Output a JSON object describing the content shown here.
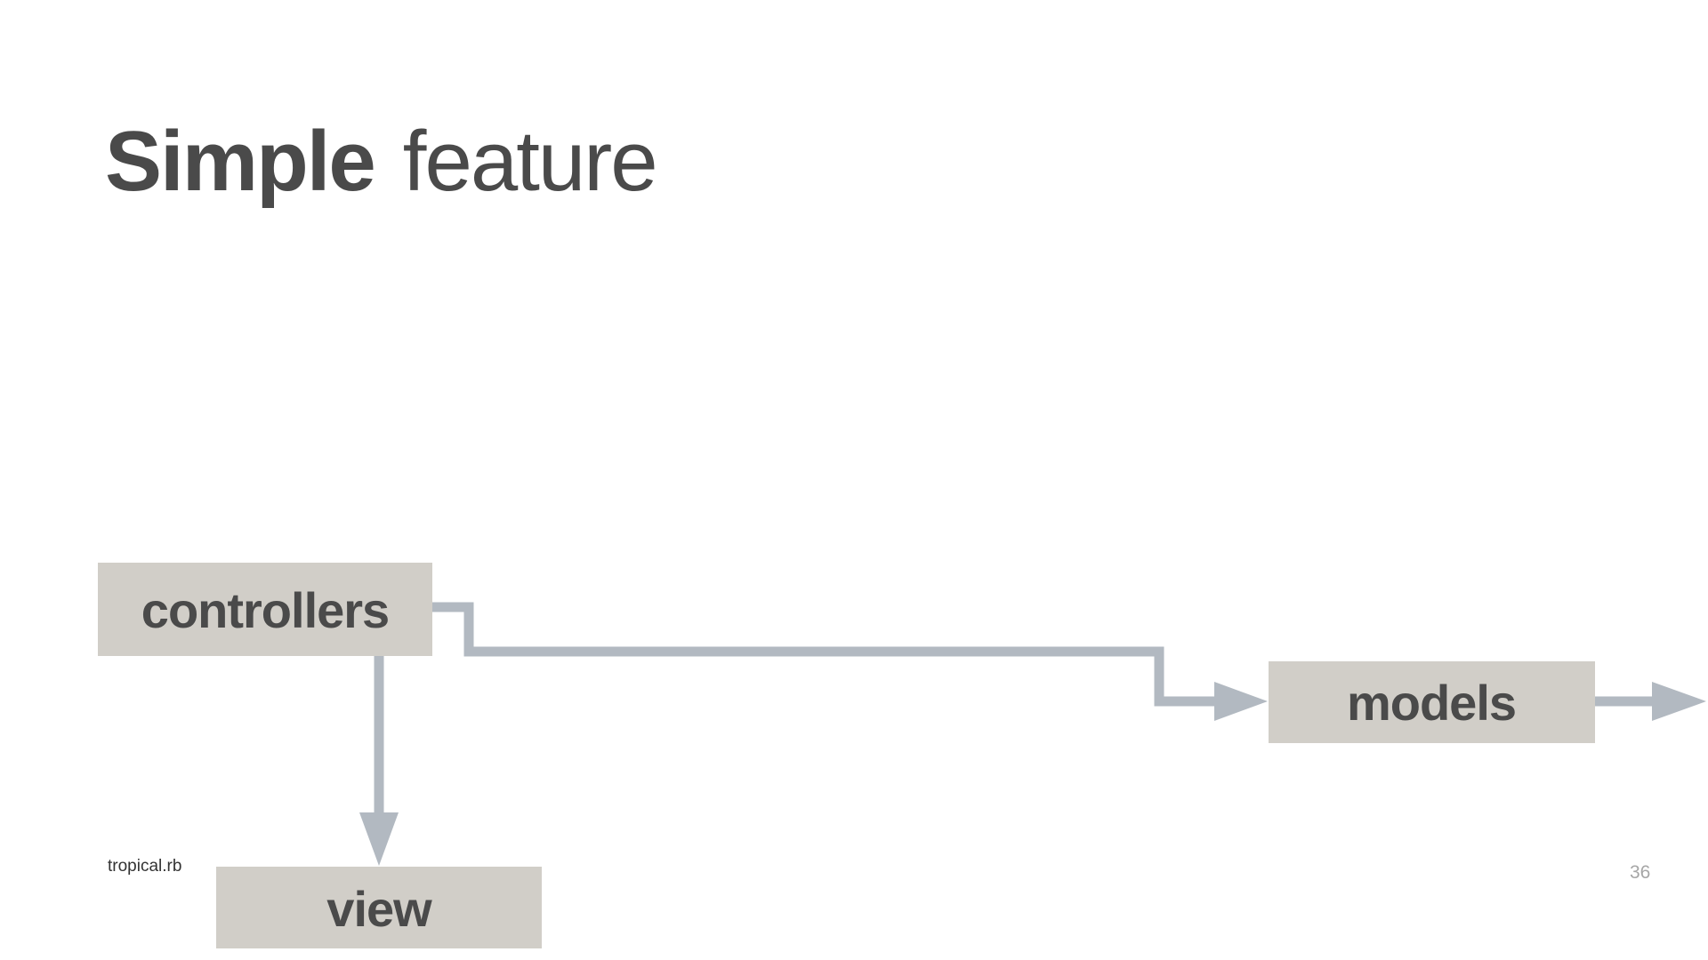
{
  "slide": {
    "title_bold": "Simple",
    "title_light": "feature",
    "footer_text": "tropical.rb",
    "page_number": "36"
  },
  "diagram": {
    "nodes": [
      {
        "id": "controllers",
        "label": "controllers"
      },
      {
        "id": "models",
        "label": "models"
      },
      {
        "id": "view",
        "label": "view"
      }
    ],
    "edges": [
      {
        "from": "controllers",
        "to": "models"
      },
      {
        "from": "controllers",
        "to": "view"
      },
      {
        "from": "models",
        "to": ""
      }
    ]
  },
  "colors": {
    "background": "#ffffff",
    "text": "#4a4a4a",
    "node_fill": "#d1cec8",
    "connector": "#b2b9c1",
    "page_number": "#a6a6a6"
  }
}
